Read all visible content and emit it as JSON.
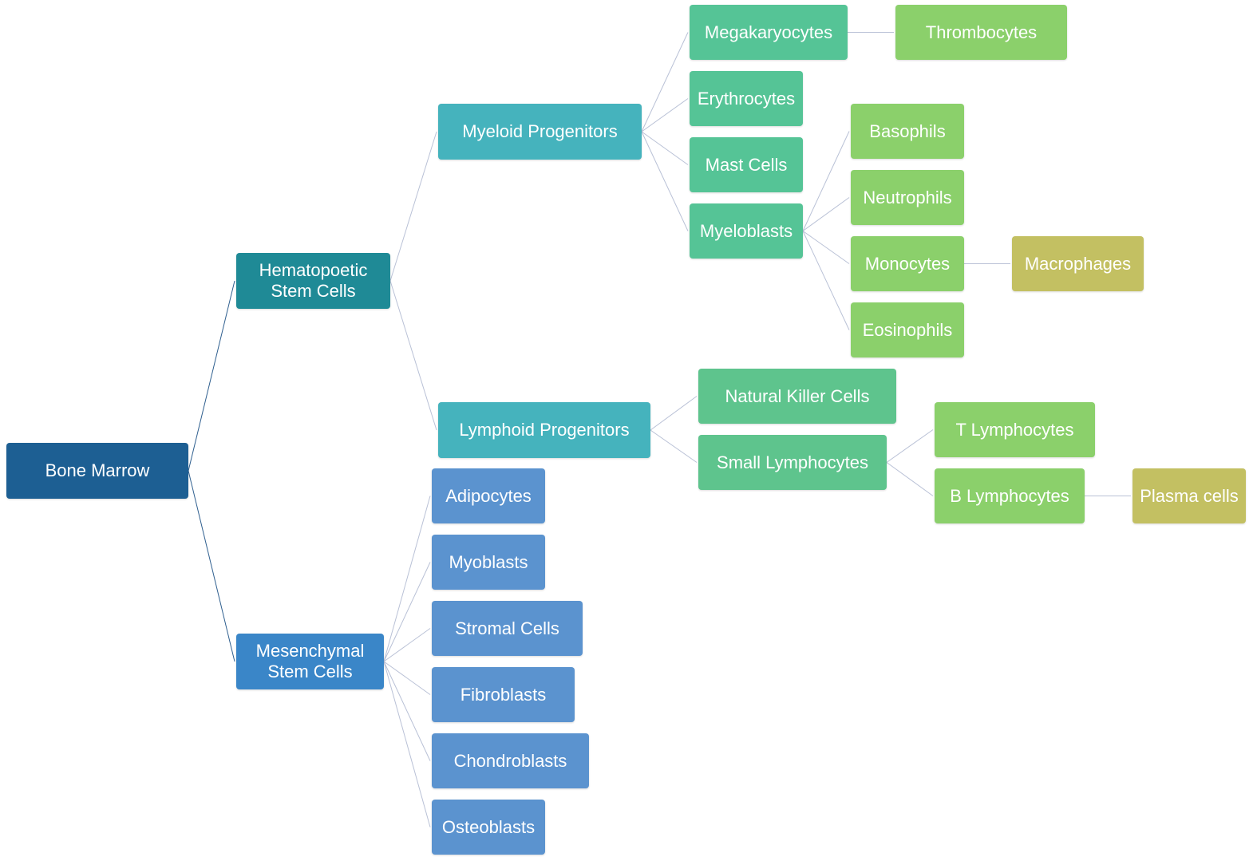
{
  "palette": {
    "root": "#1d5f93",
    "hsc": "#1f8a96",
    "progenitor": "#45b3bd",
    "mesenchymal": "#3a86c8",
    "mesenchymal_child": "#5b93cf",
    "myeloid_child": "#55c496",
    "lymphoid_child": "#5ec48d",
    "granulocyte": "#8bd06b",
    "terminal": "#c3c062",
    "link_dark": "#2f5f8f",
    "link_light": "#b9c1d6"
  },
  "nodes": {
    "bone_marrow": "Bone Marrow",
    "hematopoetic": "Hematopoetic\nStem Cells",
    "mesenchymal": "Mesenchymal\nStem Cells",
    "myeloid": "Myeloid Progenitors",
    "lymphoid": "Lymphoid Progenitors",
    "megakaryocytes": "Megakaryocytes",
    "thrombocytes": "Thrombocytes",
    "erythrocytes": "Erythrocytes",
    "mast_cells": "Mast Cells",
    "myeloblasts": "Myeloblasts",
    "basophils": "Basophils",
    "neutrophils": "Neutrophils",
    "monocytes": "Monocytes",
    "macrophages": "Macrophages",
    "eosinophils": "Eosinophils",
    "nk_cells": "Natural Killer Cells",
    "small_lymphocytes": "Small Lymphocytes",
    "t_lymphocytes": "T Lymphocytes",
    "b_lymphocytes": "B Lymphocytes",
    "plasma_cells": "Plasma cells",
    "adipocytes": "Adipocytes",
    "myoblasts": "Myoblasts",
    "stromal_cells": "Stromal Cells",
    "fibroblasts": "Fibroblasts",
    "chondroblasts": "Chondroblasts",
    "osteoblasts": "Osteoblasts"
  },
  "edges": [
    [
      "bone_marrow",
      "hematopoetic"
    ],
    [
      "bone_marrow",
      "mesenchymal"
    ],
    [
      "hematopoetic",
      "myeloid"
    ],
    [
      "hematopoetic",
      "lymphoid"
    ],
    [
      "myeloid",
      "megakaryocytes"
    ],
    [
      "myeloid",
      "erythrocytes"
    ],
    [
      "myeloid",
      "mast_cells"
    ],
    [
      "myeloid",
      "myeloblasts"
    ],
    [
      "megakaryocytes",
      "thrombocytes"
    ],
    [
      "myeloblasts",
      "basophils"
    ],
    [
      "myeloblasts",
      "neutrophils"
    ],
    [
      "myeloblasts",
      "monocytes"
    ],
    [
      "myeloblasts",
      "eosinophils"
    ],
    [
      "monocytes",
      "macrophages"
    ],
    [
      "lymphoid",
      "nk_cells"
    ],
    [
      "lymphoid",
      "small_lymphocytes"
    ],
    [
      "small_lymphocytes",
      "t_lymphocytes"
    ],
    [
      "small_lymphocytes",
      "b_lymphocytes"
    ],
    [
      "b_lymphocytes",
      "plasma_cells"
    ],
    [
      "mesenchymal",
      "adipocytes"
    ],
    [
      "mesenchymal",
      "myoblasts"
    ],
    [
      "mesenchymal",
      "stromal_cells"
    ],
    [
      "mesenchymal",
      "fibroblasts"
    ],
    [
      "mesenchymal",
      "chondroblasts"
    ],
    [
      "mesenchymal",
      "osteoblasts"
    ]
  ]
}
